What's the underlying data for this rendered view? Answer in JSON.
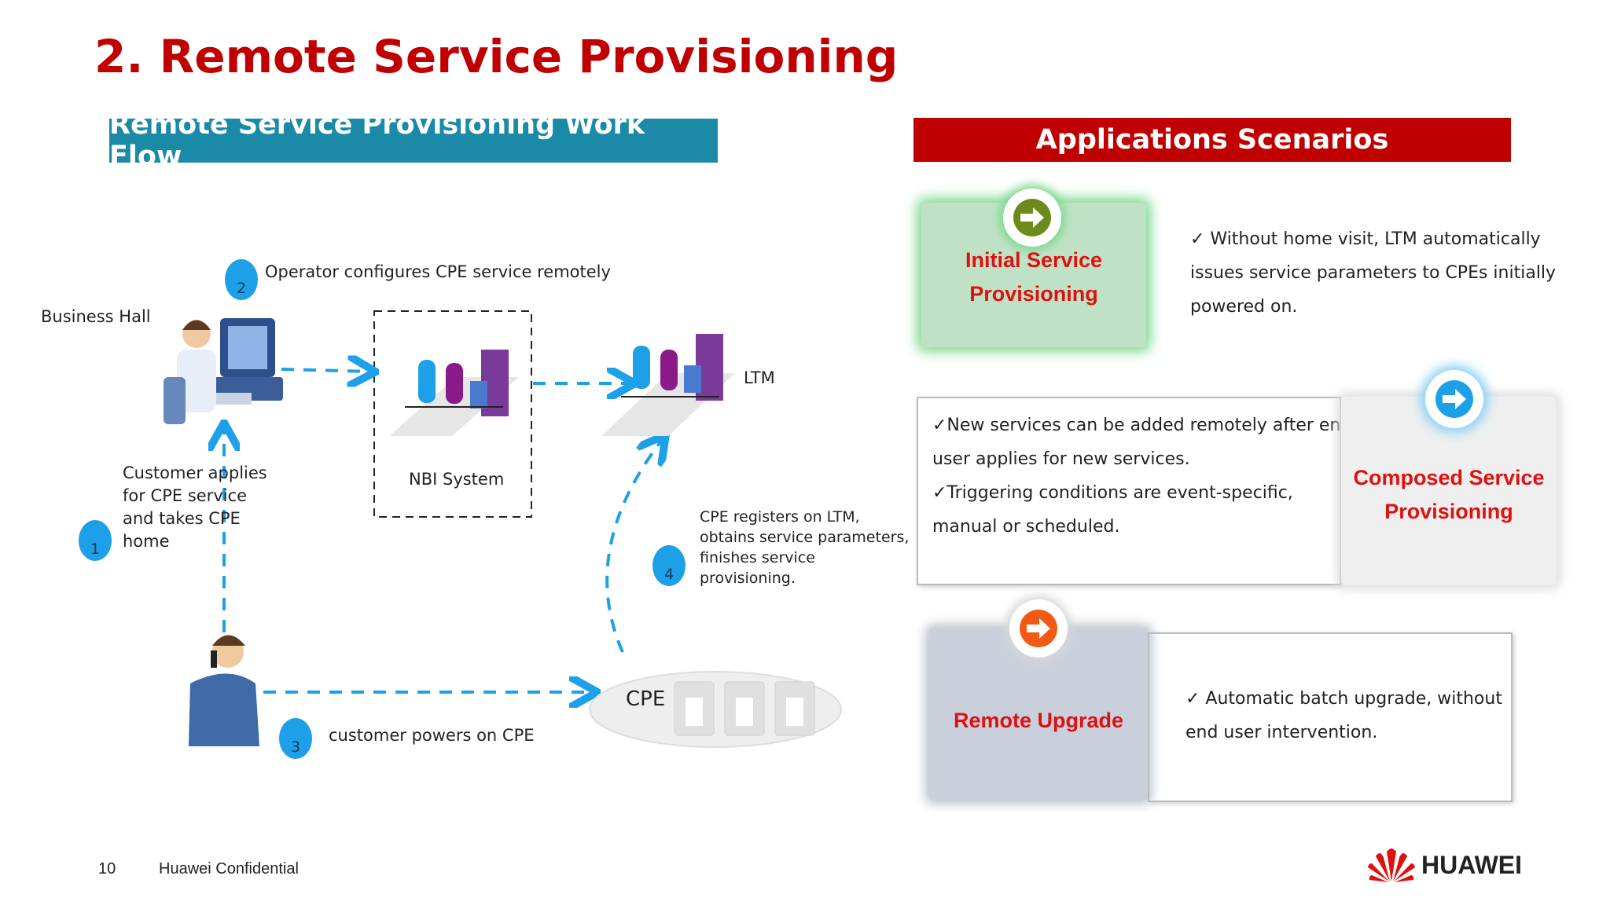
{
  "title": "2. Remote Service Provisioning",
  "workflow": {
    "banner": "Remote Service Provisioning Work Flow",
    "business_hall": "Business Hall",
    "nbi_system": "NBI System",
    "ltm": "LTM",
    "cpe": "CPE",
    "steps": [
      {
        "num": "1",
        "text": [
          "Customer applies",
          "for CPE service",
          "and takes CPE",
          "home"
        ]
      },
      {
        "num": "2",
        "text": [
          "Operator configures CPE service remotely"
        ]
      },
      {
        "num": "3",
        "text": [
          "customer powers on CPE"
        ]
      },
      {
        "num": "4",
        "text": [
          "CPE registers on LTM,",
          "obtains service parameters,",
          "finishes service",
          "provisioning."
        ]
      }
    ]
  },
  "scenarios": {
    "banner": "Applications Scenarios",
    "items": [
      {
        "title": [
          "Initial Service",
          "Provisioning"
        ],
        "desc": [
          "✓  Without home visit, LTM automatically",
          "issues service parameters to CPEs initially",
          "powered on."
        ],
        "color": "#6d8b1a"
      },
      {
        "title": [
          "Composed Service",
          "Provisioning"
        ],
        "desc": [
          "✓New services can be added remotely after end",
          "user applies for new services.",
          "✓Triggering conditions are event-specific,",
          "manual or scheduled."
        ],
        "color": "#1ea0e8"
      },
      {
        "title": [
          "Remote Upgrade"
        ],
        "desc": [
          "✓  Automatic batch upgrade, without",
          "end user intervention."
        ],
        "color": "#f05a14"
      }
    ]
  },
  "footer": {
    "page": "10",
    "confidential": "Huawei Confidential",
    "logo": "HUAWEI"
  },
  "colors": {
    "title_red": "#c00000",
    "workflow_banner": "#1a8aa6",
    "scenario_banner": "#c00000",
    "arrow_blue": "#1ea0e8"
  }
}
